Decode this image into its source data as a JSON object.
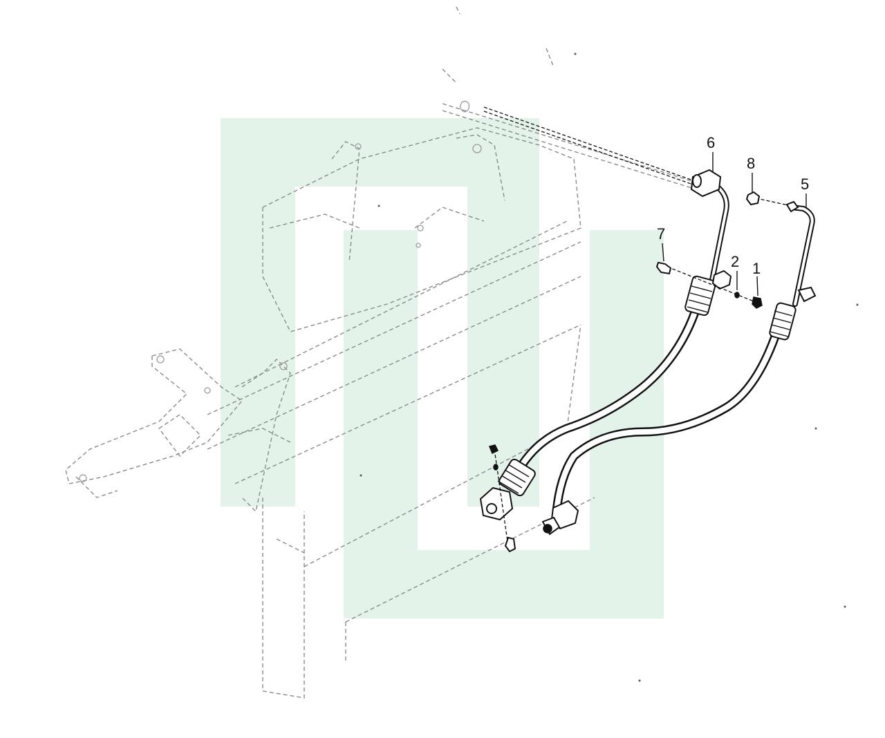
{
  "diagram": {
    "callouts": [
      {
        "id": "1",
        "label": "1"
      },
      {
        "id": "2",
        "label": "2"
      },
      {
        "id": "5",
        "label": "5"
      },
      {
        "id": "6",
        "label": "6"
      },
      {
        "id": "7",
        "label": "7"
      },
      {
        "id": "8",
        "label": "8"
      }
    ]
  },
  "colors": {
    "watermark": "#e3f3ea",
    "ink": "#111111",
    "ghost_lines": "#8a8a8a",
    "background": "#ffffff"
  },
  "icons": {
    "watermark": "logo-watermark-icon"
  }
}
